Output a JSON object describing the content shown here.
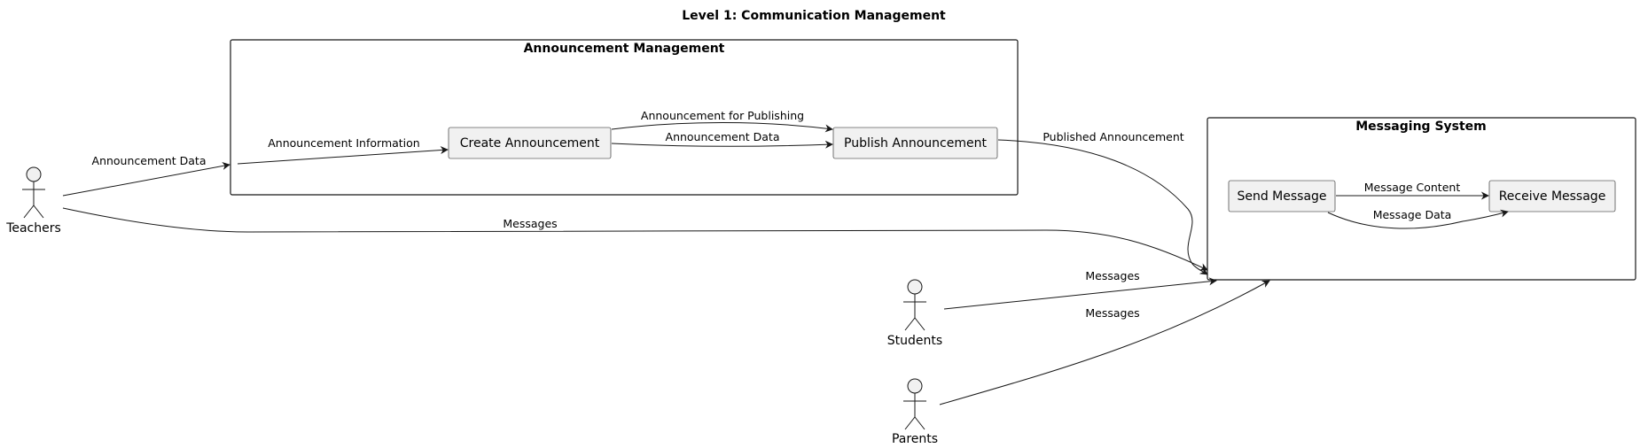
{
  "diagram": {
    "title": "Level 1: Communication Management",
    "packages": {
      "announcement": {
        "label": "Announcement Management"
      },
      "messaging": {
        "label": "Messaging System"
      }
    },
    "nodes": {
      "create": "Create Announcement",
      "publish": "Publish Announcement",
      "send": "Send Message",
      "receive": "Receive Message"
    },
    "actors": {
      "teachers": "Teachers",
      "students": "Students",
      "parents": "Parents"
    },
    "edges": {
      "teachers_to_announcement": "Announcement Data",
      "to_create": "Announcement Information",
      "create_to_publish_top": "Announcement for Publishing",
      "create_to_publish_bottom": "Announcement Data",
      "publish_to_messaging": "Published Announcement",
      "teachers_to_messaging": "Messages",
      "students_to_messaging": "Messages",
      "parents_to_messaging": "Messages",
      "send_to_receive_top": "Message Content",
      "send_to_receive_bottom": "Message Data"
    }
  }
}
